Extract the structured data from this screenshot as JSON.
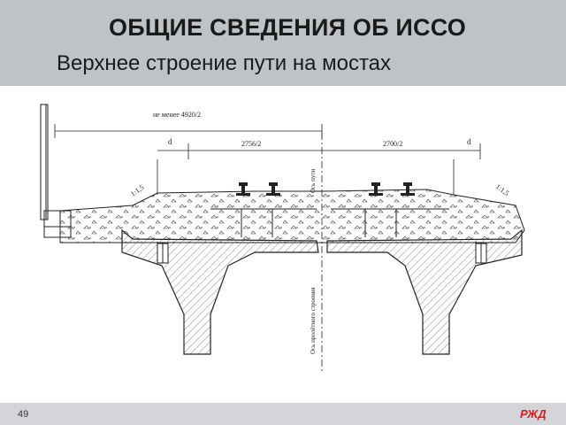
{
  "slide": {
    "title": "ОБЩИЕ СВЕДЕНИЯ ОБ  ИССО",
    "subtitle": "Верхнее строение пути на мостах",
    "page_number": "49"
  },
  "drawing": {
    "dim_overall": "не менее 4920/2",
    "dim_left": "2756/2",
    "dim_right": "2700/2",
    "mark_d_left": "d",
    "mark_d_right": "d",
    "slope_left": "1:1,5",
    "slope_right": "1:1,5",
    "axis_track": "Ось пути",
    "axis_span": "Ось пролётного строения"
  },
  "logo": {
    "text": "РЖД",
    "color": "#e21a1a"
  },
  "colors": {
    "header_band": "#bfc3c7",
    "footer_band": "#d3d5d8"
  }
}
